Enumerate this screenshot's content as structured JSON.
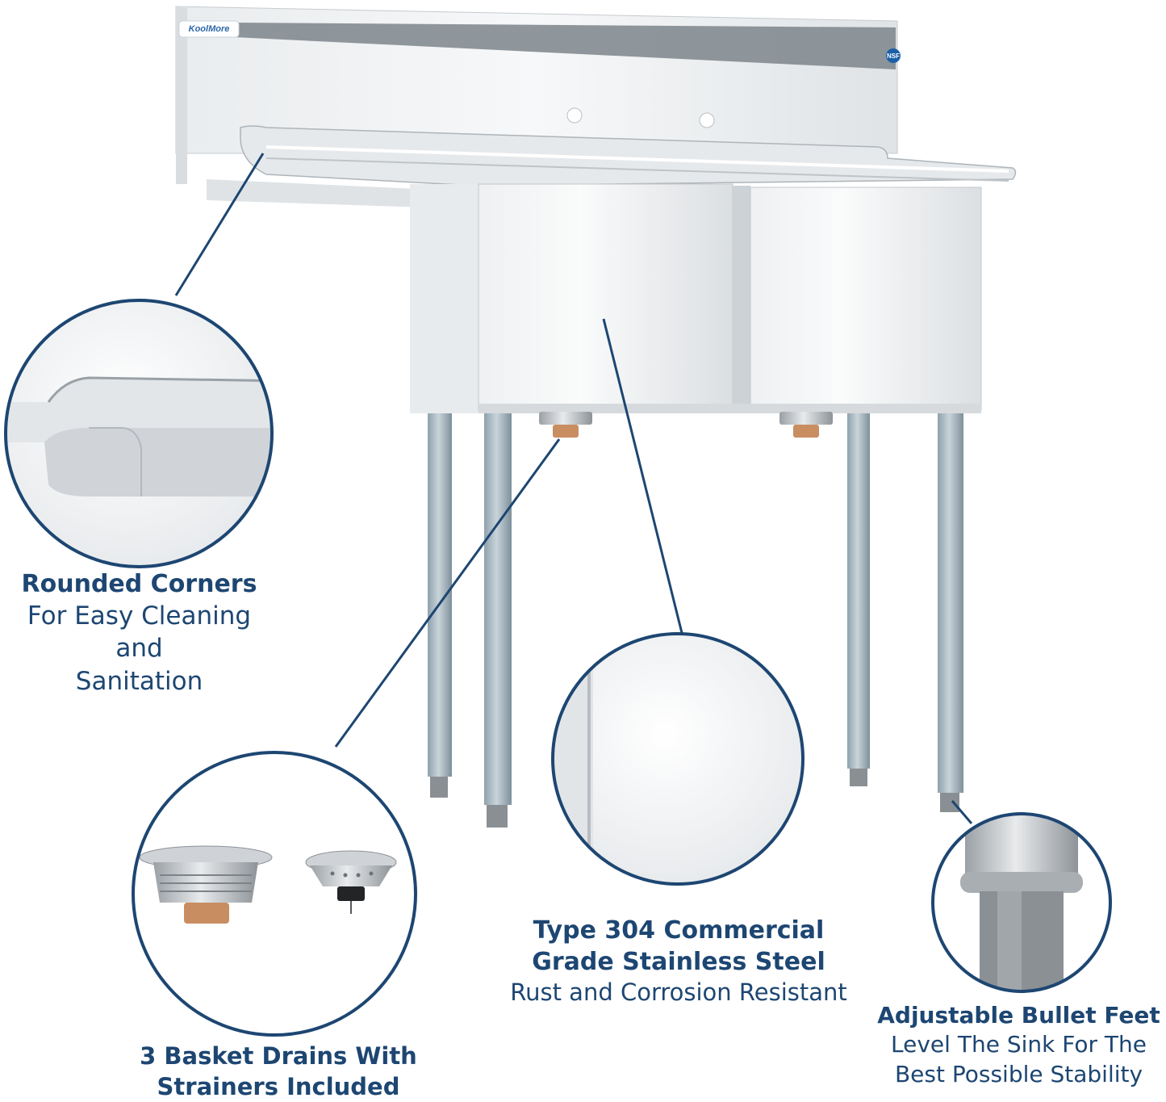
{
  "brand": {
    "logo_text": "KoolMore",
    "cert_text": "NSF"
  },
  "features": {
    "corners": {
      "title": "Rounded Corners",
      "line1": "For Easy Cleaning and",
      "line2": "Sanitation"
    },
    "drains": {
      "line1": "3 Basket Drains With",
      "line2": "Strainers Included"
    },
    "steel": {
      "line1": "Type 304 Commercial",
      "line2": "Grade Stainless Steel",
      "subtitle": "Rust and Corrosion Resistant"
    },
    "feet": {
      "title": "Adjustable Bullet Feet",
      "line1": "Level The Sink For The",
      "line2": "Best Possible Stability"
    }
  },
  "colors": {
    "accent": "#1d4672",
    "steel_light": "#f2f3f4",
    "steel_mid": "#d4d7da",
    "leg": "#a8b7c0"
  }
}
